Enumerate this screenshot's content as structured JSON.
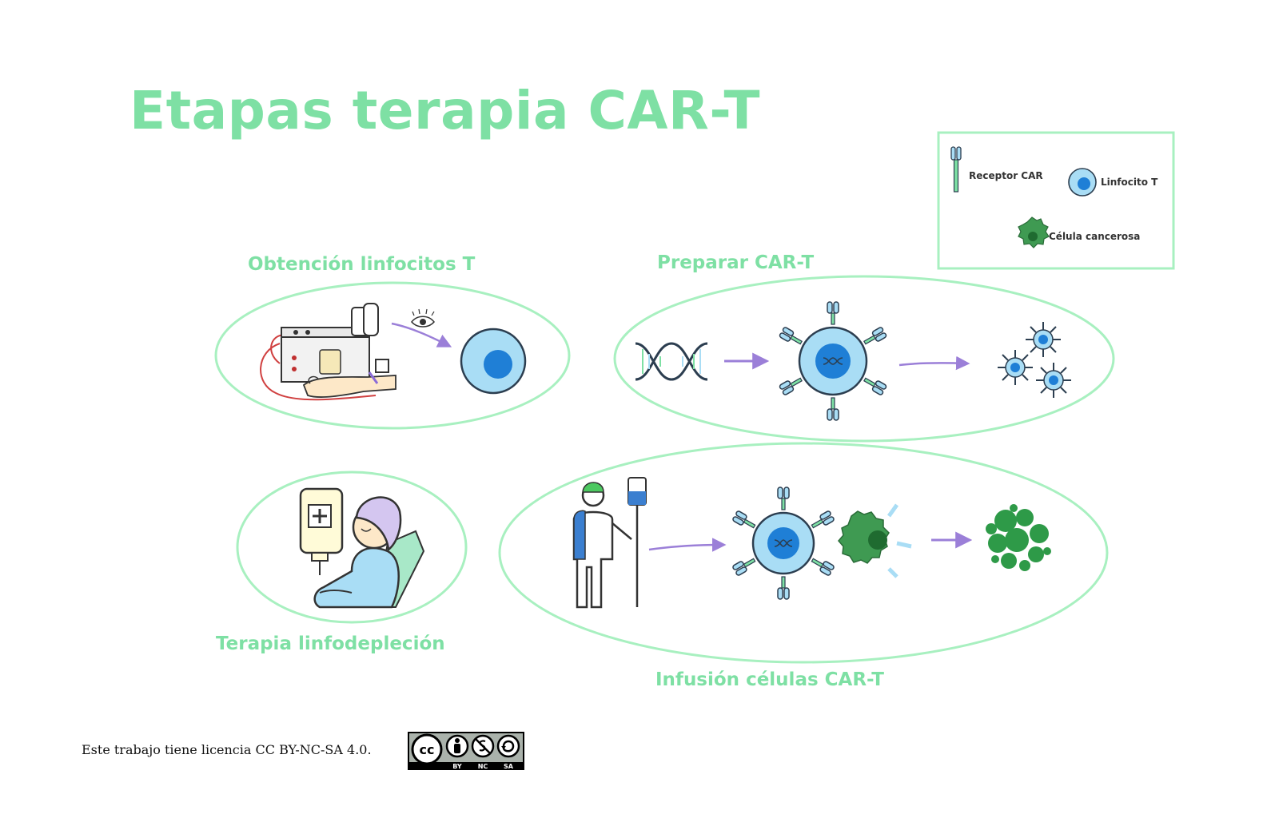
{
  "title": "Etapas terapia CAR-T",
  "stages": {
    "obtencion": "Obtención linfocitos T",
    "preparar": "Preparar CAR-T",
    "linfodeplecion": "Terapia linfodepleción",
    "infusion": "Infusión células CAR-T"
  },
  "legend": {
    "receptor": "Receptor CAR",
    "linfocito": "Linfocito T",
    "cancer": "Célula cancerosa"
  },
  "footer": {
    "license_text": "Este trabajo tiene licencia CC BY-NC-SA 4.0.",
    "badge": {
      "cc": "cc",
      "by": "BY",
      "nc": "NC",
      "sa": "SA"
    }
  },
  "colors": {
    "accent_green": "#7ee0a4",
    "ellipse_stroke": "#a8f0c0",
    "cell_light_blue": "#a9ddf5",
    "cell_dark_blue": "#1f7fd6",
    "arrow_purple": "#9b7fd8",
    "cancer_green": "#3f9a52"
  }
}
